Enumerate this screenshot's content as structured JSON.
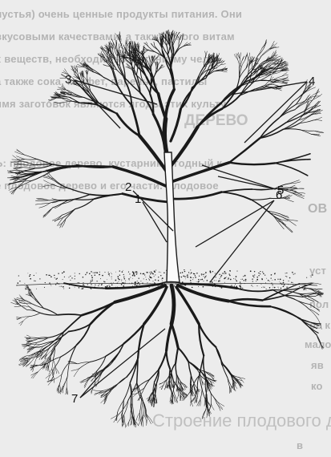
{
  "background_text": {
    "lines": [
      "лустья) очень ценные продукты питания. Они",
      "вкусовыми качествами, а также много витам",
      "х веществ, необходимых организму чело",
      "а также сока, конфет, варенья, пастилы",
      "имя заготовок являются ягоды этих культу",
      "Ь: плодовое дерево, кустарник, ягодный к",
      "е плодовое дерево и его части. Плодовое",
      "ОВ",
      "уст",
      "пол",
      "ое к",
      "мало",
      "яв",
      "ко",
      "в"
    ],
    "heading_mid": "ДЕРЕВО",
    "heading_bottom": "Строение плодового дерева"
  },
  "labels": {
    "n1": "1",
    "n2": "2",
    "n3": "3",
    "n4": "4",
    "n5": "5",
    "n6": "6",
    "n7": "7"
  },
  "colors": {
    "paper": "#ececec",
    "ink": "#1a1a1a",
    "faded_text": "#b4b4b4"
  }
}
